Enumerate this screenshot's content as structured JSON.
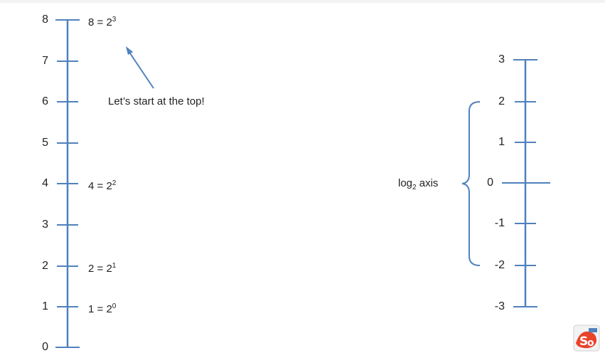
{
  "left_axis": {
    "ticks": [
      "8",
      "7",
      "6",
      "5",
      "4",
      "3",
      "2",
      "1",
      "0"
    ],
    "powers": [
      {
        "value": "8",
        "base": "2",
        "exp": "3"
      },
      {
        "value": "4",
        "base": "2",
        "exp": "2"
      },
      {
        "value": "2",
        "base": "2",
        "exp": "1"
      },
      {
        "value": "1",
        "base": "2",
        "exp": "0"
      }
    ],
    "callout": "Let’s start at the top!"
  },
  "right_axis": {
    "ticks": [
      "3",
      "2",
      "1",
      "0",
      "-1",
      "-2",
      "-3"
    ],
    "label_main": "log",
    "label_sub": "2",
    "label_rest": " axis"
  },
  "colors": {
    "axis": "#4f81bd",
    "text": "#222222"
  },
  "logo": {
    "icon": "sci-show-logo"
  }
}
